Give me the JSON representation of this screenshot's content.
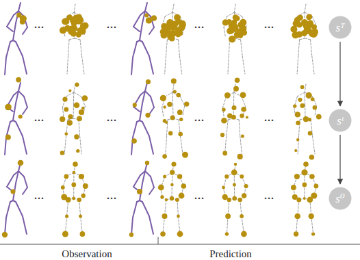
{
  "diagram": {
    "nodes": [
      {
        "text": [
          "sᵀ"
        ]
      },
      {
        "text": [
          "sᵗ"
        ]
      },
      {
        "text": [
          "s⁰"
        ]
      }
    ],
    "edges": [
      {
        "from": 0,
        "to": 1,
        "arrow": "to"
      },
      {
        "from": 1,
        "to": 2,
        "arrow": "to"
      }
    ],
    "labels": [
      "···",
      "···",
      "···",
      "···",
      "···",
      "···",
      "···",
      "···",
      "···",
      "···",
      "···",
      "···",
      "Observation",
      "Prediction"
    ]
  }
}
